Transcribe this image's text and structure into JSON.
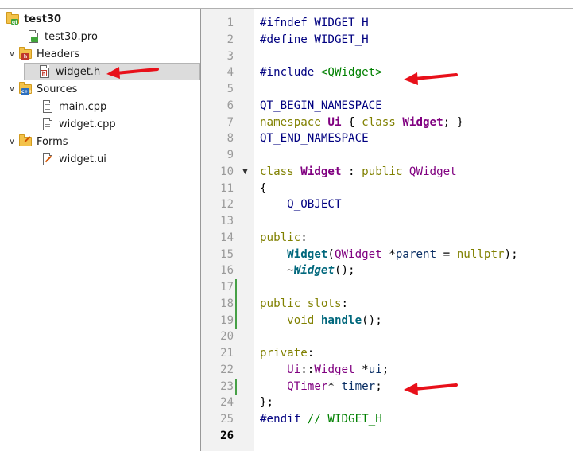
{
  "project_tree": {
    "root": {
      "label": "test30"
    },
    "pro_file": {
      "label": "test30.pro"
    },
    "headers_group": {
      "label": "Headers"
    },
    "header_file": {
      "label": "widget.h"
    },
    "sources_group": {
      "label": "Sources"
    },
    "source_files": [
      {
        "label": "main.cpp"
      },
      {
        "label": "widget.cpp"
      }
    ],
    "forms_group": {
      "label": "Forms"
    },
    "form_file": {
      "label": "widget.ui"
    }
  },
  "editor": {
    "current_line": 26,
    "lines": [
      {
        "num": "1",
        "tokens": [
          {
            "t": "#ifndef WIDGET_H",
            "c": "pre"
          }
        ]
      },
      {
        "num": "2",
        "tokens": [
          {
            "t": "#define WIDGET_H",
            "c": "pre"
          }
        ]
      },
      {
        "num": "3",
        "tokens": []
      },
      {
        "num": "4",
        "tokens": [
          {
            "t": "#include ",
            "c": "pre"
          },
          {
            "t": "<QWidget>",
            "c": "str"
          }
        ]
      },
      {
        "num": "5",
        "tokens": []
      },
      {
        "num": "6",
        "tokens": [
          {
            "t": "QT_BEGIN_NAMESPACE",
            "c": "macro"
          }
        ]
      },
      {
        "num": "7",
        "tokens": [
          {
            "t": "namespace ",
            "c": "kw"
          },
          {
            "t": "Ui",
            "c": "cls"
          },
          {
            "t": " { ",
            "c": "plain"
          },
          {
            "t": "class ",
            "c": "kw"
          },
          {
            "t": "Widget",
            "c": "cls"
          },
          {
            "t": "; }",
            "c": "plain"
          }
        ]
      },
      {
        "num": "8",
        "tokens": [
          {
            "t": "QT_END_NAMESPACE",
            "c": "macro"
          }
        ]
      },
      {
        "num": "9",
        "tokens": []
      },
      {
        "num": "10",
        "fold": "▼",
        "tokens": [
          {
            "t": "class ",
            "c": "kw"
          },
          {
            "t": "Widget",
            "c": "cls"
          },
          {
            "t": " : ",
            "c": "plain"
          },
          {
            "t": "public ",
            "c": "kw"
          },
          {
            "t": "QWidget",
            "c": "type"
          }
        ]
      },
      {
        "num": "11",
        "tokens": [
          {
            "t": "{",
            "c": "plain"
          }
        ]
      },
      {
        "num": "12",
        "tokens": [
          {
            "t": "    Q_OBJECT",
            "c": "macro"
          }
        ]
      },
      {
        "num": "13",
        "tokens": []
      },
      {
        "num": "14",
        "tokens": [
          {
            "t": "public",
            "c": "kw"
          },
          {
            "t": ":",
            "c": "plain"
          }
        ]
      },
      {
        "num": "15",
        "tokens": [
          {
            "t": "    ",
            "c": "plain"
          },
          {
            "t": "Widget",
            "c": "fn"
          },
          {
            "t": "(",
            "c": "plain"
          },
          {
            "t": "QWidget",
            "c": "type"
          },
          {
            "t": " *",
            "c": "plain"
          },
          {
            "t": "parent",
            "c": "var"
          },
          {
            "t": " = ",
            "c": "plain"
          },
          {
            "t": "nullptr",
            "c": "kw"
          },
          {
            "t": ");",
            "c": "plain"
          }
        ]
      },
      {
        "num": "16",
        "tokens": [
          {
            "t": "    ~",
            "c": "plain"
          },
          {
            "t": "Widget",
            "c": "fni"
          },
          {
            "t": "();",
            "c": "plain"
          }
        ]
      },
      {
        "num": "17",
        "changed": true,
        "tokens": []
      },
      {
        "num": "18",
        "changed": true,
        "tokens": [
          {
            "t": "public slots",
            "c": "kw"
          },
          {
            "t": ":",
            "c": "plain"
          }
        ]
      },
      {
        "num": "19",
        "changed": true,
        "tokens": [
          {
            "t": "    ",
            "c": "plain"
          },
          {
            "t": "void ",
            "c": "kw"
          },
          {
            "t": "handle",
            "c": "fn"
          },
          {
            "t": "();",
            "c": "plain"
          }
        ]
      },
      {
        "num": "20",
        "tokens": []
      },
      {
        "num": "21",
        "tokens": [
          {
            "t": "private",
            "c": "kw"
          },
          {
            "t": ":",
            "c": "plain"
          }
        ]
      },
      {
        "num": "22",
        "tokens": [
          {
            "t": "    ",
            "c": "plain"
          },
          {
            "t": "Ui",
            "c": "type"
          },
          {
            "t": "::",
            "c": "plain"
          },
          {
            "t": "Widget",
            "c": "type"
          },
          {
            "t": " *",
            "c": "plain"
          },
          {
            "t": "ui",
            "c": "var"
          },
          {
            "t": ";",
            "c": "plain"
          }
        ]
      },
      {
        "num": "23",
        "changed": true,
        "tokens": [
          {
            "t": "    ",
            "c": "plain"
          },
          {
            "t": "QTimer",
            "c": "type"
          },
          {
            "t": "* ",
            "c": "plain"
          },
          {
            "t": "timer",
            "c": "var"
          },
          {
            "t": ";",
            "c": "plain"
          }
        ]
      },
      {
        "num": "24",
        "tokens": [
          {
            "t": "};",
            "c": "plain"
          }
        ]
      },
      {
        "num": "25",
        "tokens": [
          {
            "t": "#endif ",
            "c": "pre"
          },
          {
            "t": "// WIDGET_H",
            "c": "com"
          }
        ]
      },
      {
        "num": "26",
        "tokens": []
      }
    ]
  },
  "icons": {
    "project": "qt-project-folder-icon",
    "pro_file": "qt-pro-file-icon",
    "headers": "headers-folder-icon",
    "header_file": "header-file-icon",
    "sources": "sources-folder-icon",
    "source_file": "cpp-file-icon",
    "forms": "forms-folder-icon",
    "form_file": "ui-file-icon",
    "annotation_arrow": "red-arrow-icon"
  },
  "colors": {
    "annotation_arrow": "#e8101a",
    "selected_row": "#dcdcdc",
    "gutter": "#f2f2f2",
    "change_marker": "#46a046"
  }
}
